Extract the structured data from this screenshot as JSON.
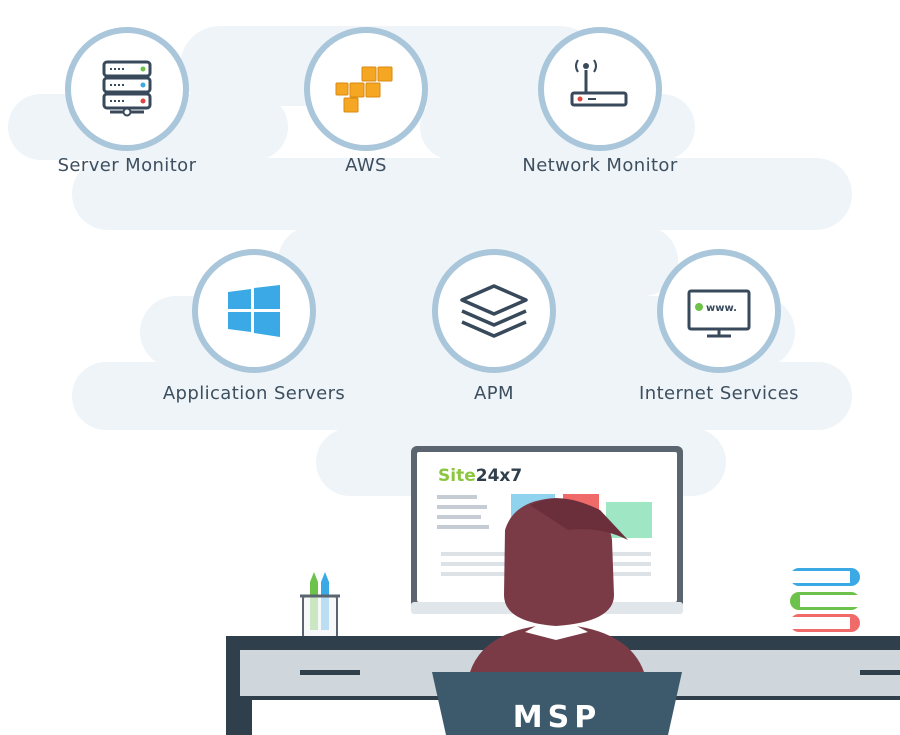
{
  "services": {
    "server_monitor": {
      "label": "Server Monitor",
      "icon": "server-icon"
    },
    "aws": {
      "label": "AWS",
      "icon": "aws-cubes-icon"
    },
    "network_monitor": {
      "label": "Network Monitor",
      "icon": "router-icon"
    },
    "application_servers": {
      "label": "Application Servers",
      "icon": "windows-icon"
    },
    "apm": {
      "label": "APM",
      "icon": "layers-icon"
    },
    "internet_services": {
      "label": "Internet Services",
      "icon": "www-monitor-icon"
    }
  },
  "monitor": {
    "brand_part1": "Site",
    "brand_part2": "24x7"
  },
  "chair": {
    "label": "MSP"
  },
  "colors": {
    "cloud": "#eef4f8",
    "ring": "#a9c6da",
    "icon_dark": "#37495a",
    "aws_orange": "#f5a623",
    "windows_blue": "#3aa9e6",
    "brand_green": "#8cc63f",
    "desk_dark": "#2f3f4c",
    "hair": "#7a3b47",
    "chair": "#3d5a6c"
  }
}
